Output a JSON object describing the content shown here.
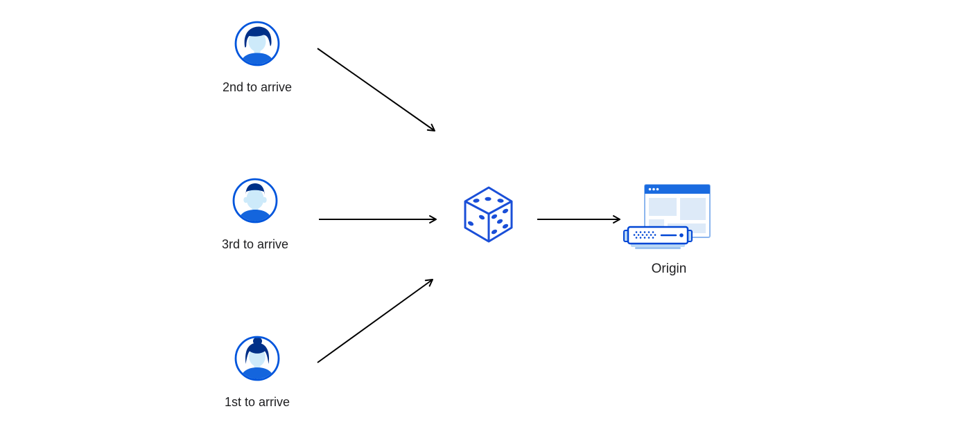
{
  "diagram": {
    "nodes": {
      "user_top": {
        "label": "2nd to arrive",
        "icon": "user-avatar-male-swept-hair-icon"
      },
      "user_middle": {
        "label": "3rd to arrive",
        "icon": "user-avatar-male-short-hair-icon"
      },
      "user_bottom": {
        "label": "1st to arrive",
        "icon": "user-avatar-female-bun-icon"
      },
      "randomizer": {
        "icon": "dice-icon"
      },
      "origin": {
        "label": "Origin",
        "icon": "origin-server-icon"
      }
    },
    "edges": [
      {
        "from": "user_top",
        "to": "randomizer"
      },
      {
        "from": "user_middle",
        "to": "randomizer"
      },
      {
        "from": "user_bottom",
        "to": "randomizer"
      },
      {
        "from": "randomizer",
        "to": "origin"
      }
    ],
    "colors": {
      "background": "#ffffff",
      "avatar_ring": "#0055dc",
      "avatar_hair": "#003088",
      "avatar_skin": "#cdeafa",
      "avatar_shirt": "#1465dd",
      "dice_blue": "#1a4fd8",
      "window_titlebar": "#1a6be0",
      "window_border": "#8cb6ee",
      "window_block": "#ddeaf8",
      "server_outline": "#0046d5",
      "server_accent": "#bcd9f5",
      "arrow": "#000000",
      "text": "#1d1d1f"
    }
  }
}
